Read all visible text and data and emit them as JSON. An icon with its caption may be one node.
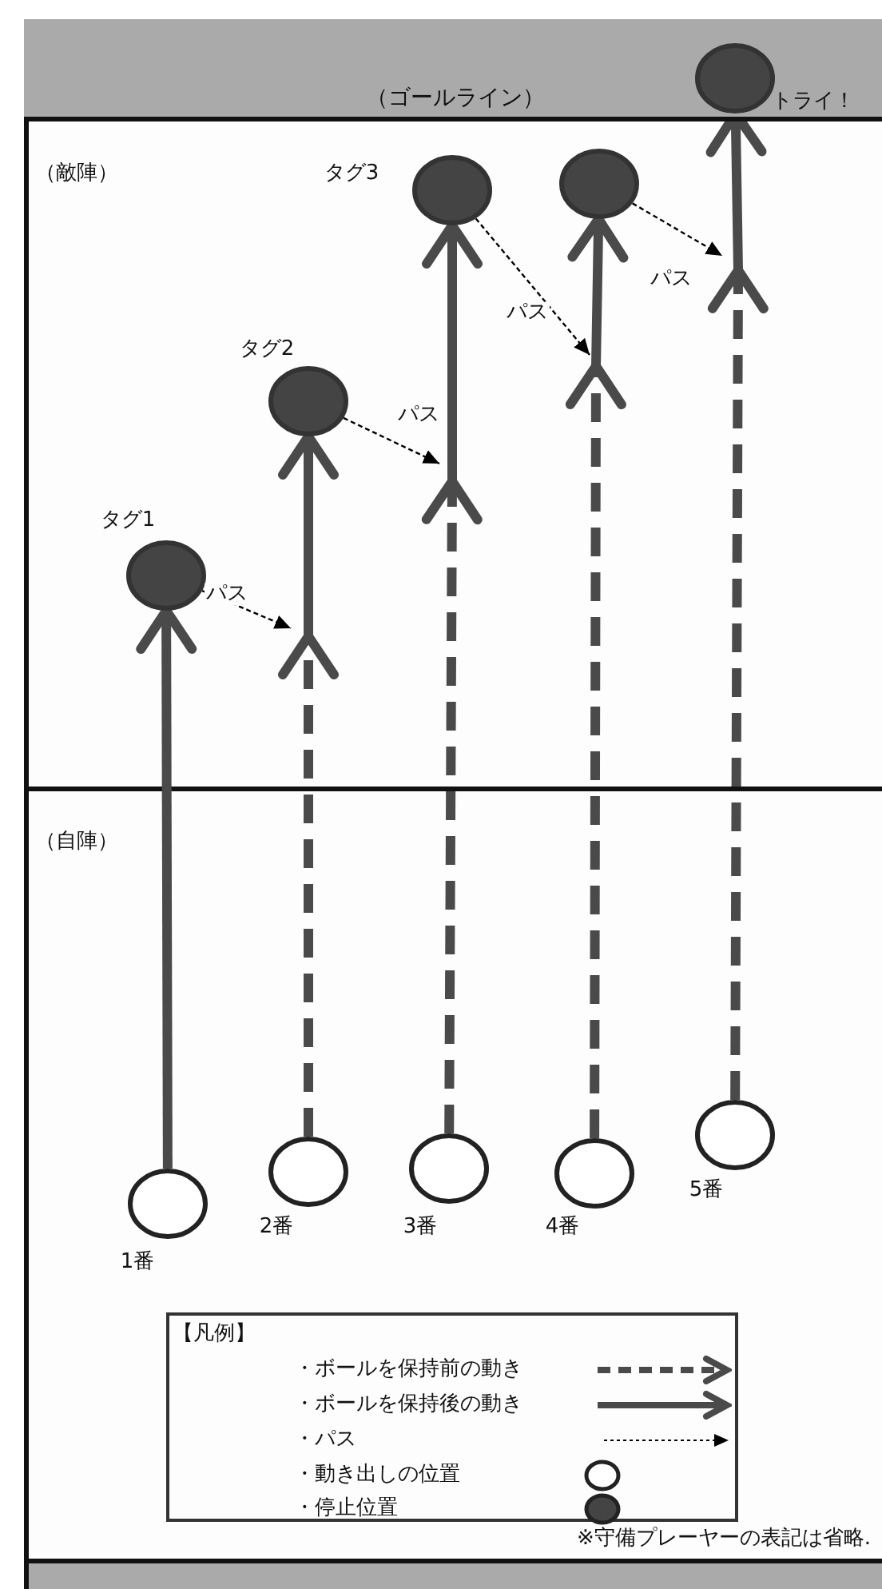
{
  "diagram": {
    "nodes": [
      {
        "text": [
          "（ゴールライン）"
        ]
      },
      {
        "text": [],
        "shape": "circle",
        "beside": [
          "タグ1"
        ]
      },
      {
        "text": [],
        "shape": "circle",
        "beside": [
          "タグ2"
        ]
      },
      {
        "text": [],
        "shape": "circle",
        "beside": [
          "タグ3"
        ]
      },
      {
        "text": [],
        "shape": "circle"
      },
      {
        "text": [],
        "shape": "circle",
        "beside": [
          "トライ！"
        ],
        "in": 0
      },
      {
        "text": [],
        "shape": "circle",
        "beside": [
          "1番"
        ]
      },
      {
        "text": [],
        "shape": "circle",
        "beside": [
          "2番"
        ]
      },
      {
        "text": [],
        "shape": "circle",
        "beside": [
          "3番"
        ]
      },
      {
        "text": [],
        "shape": "circle",
        "beside": [
          "4番"
        ]
      },
      {
        "text": [],
        "shape": "circle",
        "beside": [
          "5番"
        ]
      }
    ],
    "edges": [
      {
        "from": 6,
        "to": 1,
        "arrow": "to"
      },
      {
        "from": 7,
        "to": null,
        "arrow": "to",
        "style": "dashed"
      },
      {
        "from": null,
        "to": 2,
        "arrow": "to"
      },
      {
        "from": 8,
        "to": null,
        "arrow": "to",
        "style": "dashed"
      },
      {
        "from": null,
        "to": 3,
        "arrow": "to"
      },
      {
        "from": 9,
        "to": null,
        "arrow": "to",
        "style": "dashed"
      },
      {
        "from": null,
        "to": 4,
        "arrow": "to"
      },
      {
        "from": 10,
        "to": null,
        "arrow": "to",
        "style": "dashed"
      },
      {
        "from": null,
        "to": 5,
        "arrow": "to"
      },
      {
        "from": 1,
        "to": null,
        "arrow": "to",
        "label": "パス",
        "style": "dashed",
        "color": "#000000"
      },
      {
        "from": 2,
        "to": null,
        "arrow": "to",
        "label": "パス",
        "style": "dashed",
        "color": "#000000"
      },
      {
        "from": 3,
        "to": null,
        "arrow": "to",
        "label": "パス",
        "style": "dashed",
        "color": "#000000"
      },
      {
        "from": 4,
        "to": null,
        "arrow": "to",
        "label": "パス",
        "style": "dashed",
        "color": "#000000"
      }
    ],
    "labels": [
      "（敵陣）",
      "（自陣）",
      "【凡例】",
      "※守備プレーヤーの表記は省略."
    ],
    "legend": [
      {
        "text": "・ボールを保持前の動き"
      },
      {
        "text": "・ボールを保持後の動き"
      },
      {
        "text": "・パス"
      },
      {
        "text": "・動き出しの位置"
      },
      {
        "text": "・停止位置"
      }
    ]
  }
}
